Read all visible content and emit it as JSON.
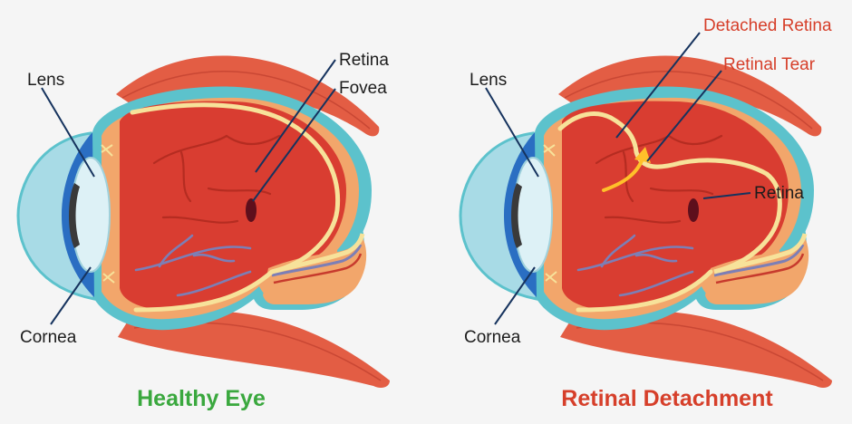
{
  "healthy_eye": {
    "caption": "Healthy Eye",
    "labels": {
      "lens": "Lens",
      "cornea": "Cornea",
      "retina": "Retina",
      "fovea": "Fovea"
    }
  },
  "detached_eye": {
    "caption": "Retinal Detachment",
    "labels": {
      "lens": "Lens",
      "cornea": "Cornea",
      "retina": "Retina",
      "detached_retina": "Detached Retina",
      "retinal_tear": "Retinal Tear"
    }
  },
  "colors": {
    "background": "#f5f5f5",
    "muscle": "#e35d44",
    "muscle_dark": "#b8392a",
    "sclera": "#5cc2cc",
    "choroid": "#f2a66b",
    "retina": "#f7e29a",
    "interior": "#d93d31",
    "cornea": "#a8dbe6",
    "iris": "#2a6ec2",
    "pupil": "#3a3a3a",
    "lens": "#ddf1f6",
    "fovea": "#5e0f1c",
    "tear_arrow": "#ffc02a",
    "healthy_caption": "#3aa83e",
    "detached_caption": "#d63f2a",
    "detached_label": "#d63f2a"
  },
  "icons": [
    "eye-cross-section-icon"
  ]
}
